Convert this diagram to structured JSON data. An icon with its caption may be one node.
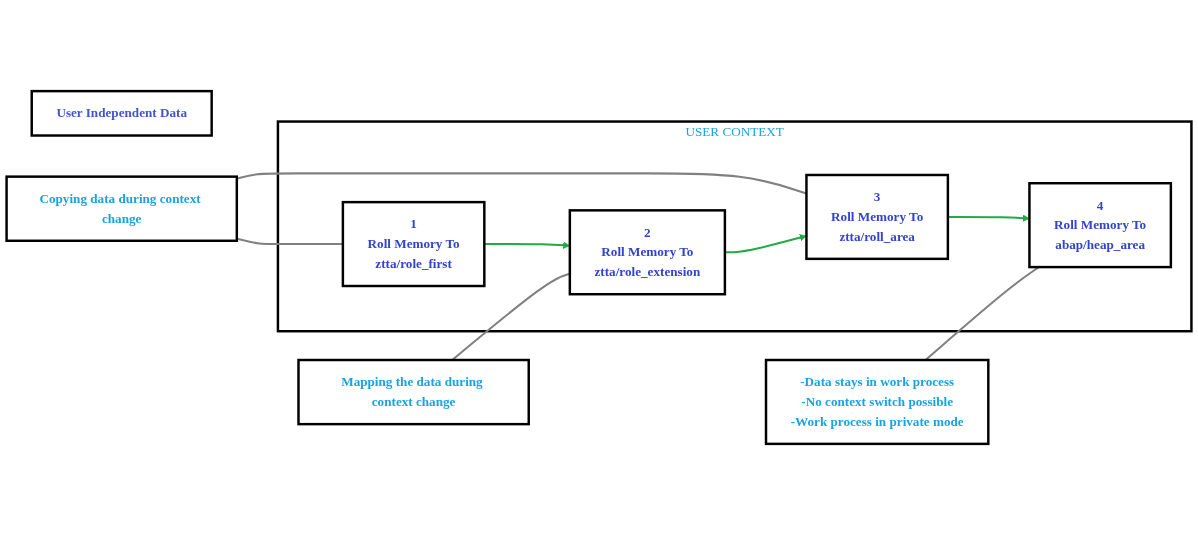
{
  "diagram": {
    "nodes": [
      {
        "text": [
          "User Independent Data"
        ]
      },
      {
        "text": [
          "USER CONTEXT"
        ]
      },
      {
        "text": [
          "1",
          "Roll Memory To",
          "ztta/role_first"
        ],
        "in": 1
      },
      {
        "text": [
          "2",
          "Roll Memory To",
          "ztta/role_extension"
        ],
        "in": 1
      },
      {
        "text": [
          "3",
          "Roll Memory To",
          "ztta/roll_area"
        ],
        "in": 1
      },
      {
        "text": [
          "4",
          "Roll Memory To",
          "abap/heap_area"
        ],
        "in": 1
      },
      {
        "text": [
          "Copying data during context change"
        ]
      },
      {
        "text": [
          "Mapping the data during context change"
        ]
      },
      {
        "text": [
          "-Data stays in work process",
          "-No context switch possible",
          "-Work process in private mode"
        ]
      }
    ],
    "edges": [
      {
        "from": 2,
        "to": 3,
        "arrow": "to",
        "color": "#22aa44"
      },
      {
        "from": 3,
        "to": 4,
        "arrow": "to",
        "color": "#22aa44"
      },
      {
        "from": 4,
        "to": 5,
        "arrow": "to",
        "color": "#22aa44"
      },
      {
        "from": 6,
        "to": 2,
        "arrow": "none"
      },
      {
        "from": 6,
        "to": 4,
        "arrow": "none"
      },
      {
        "from": 7,
        "to": 3,
        "arrow": "none"
      },
      {
        "from": 8,
        "to": 5,
        "arrow": "none"
      }
    ]
  }
}
